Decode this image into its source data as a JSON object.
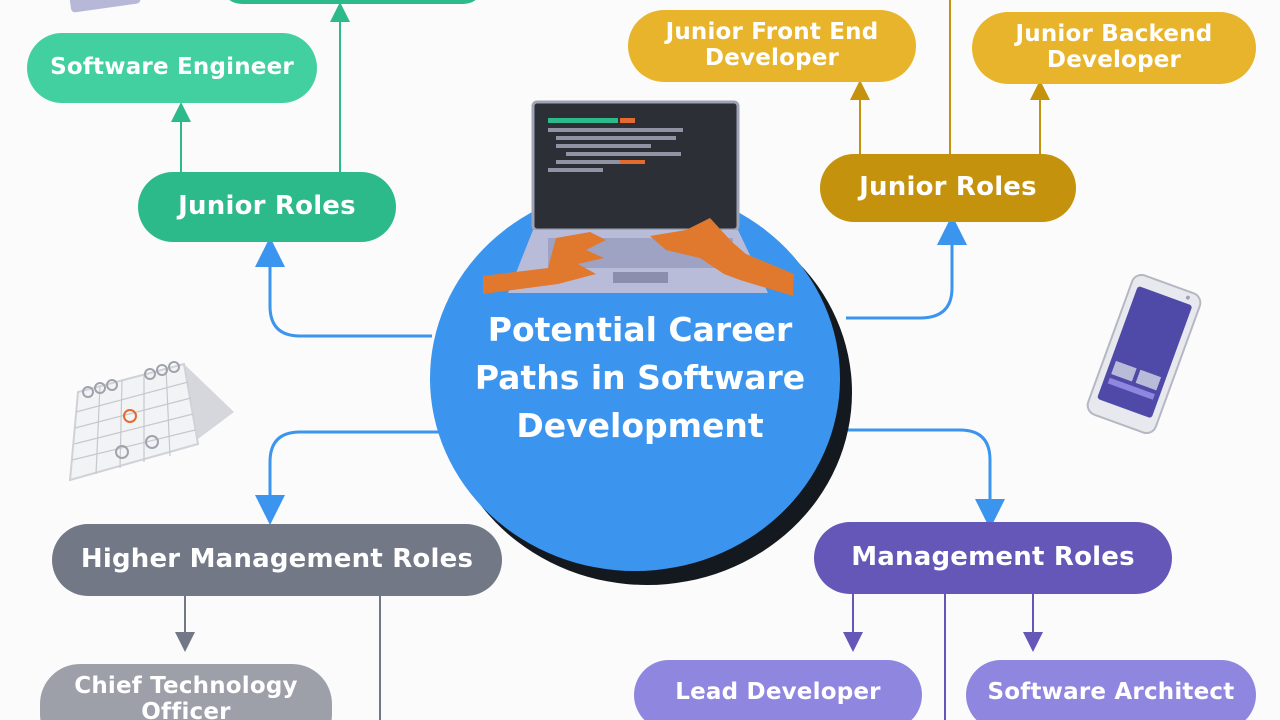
{
  "center": {
    "title": "Potential Career Paths in Software Development"
  },
  "top_left": {
    "software_engineer": "Software Engineer",
    "junior_roles": "Junior Roles"
  },
  "top_right": {
    "junior_front_end": "Junior Front End Developer",
    "junior_backend": "Junior Backend Developer",
    "junior_roles": "Junior Roles"
  },
  "bottom_left": {
    "higher_management": "Higher Management Roles",
    "cto": "Chief Technology Officer"
  },
  "bottom_right": {
    "management": "Management Roles",
    "lead_developer": "Lead Developer",
    "software_architect": "Software Architect"
  },
  "colors": {
    "green": "#2dba8a",
    "green_light": "#42d0a0",
    "gold": "#c4920c",
    "yellow": "#e8b42b",
    "gray": "#737887",
    "gray_light": "#9d9fa9",
    "purple": "#6457b8",
    "purple_light": "#8f86e0",
    "center_blue": "#3b95ee"
  },
  "icons": [
    "laptop-icon",
    "calendar-icon",
    "smartphone-icon"
  ]
}
